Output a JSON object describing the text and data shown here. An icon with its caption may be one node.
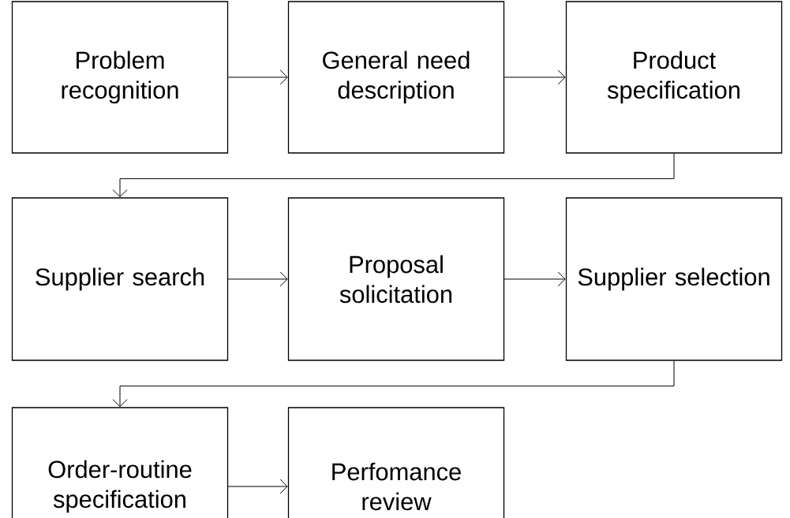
{
  "diagram": {
    "nodes": [
      {
        "text": [
          "Problem recognition"
        ]
      },
      {
        "text": [
          "General need description"
        ]
      },
      {
        "text": [
          "Product specification"
        ]
      },
      {
        "text": [
          "Supplier search"
        ]
      },
      {
        "text": [
          "Proposal solicitation"
        ]
      },
      {
        "text": [
          "Supplier selection"
        ]
      },
      {
        "text": [
          "Order-routine specification"
        ]
      },
      {
        "text": [
          "Perfomance review"
        ]
      }
    ],
    "edges": [
      {
        "from": 0,
        "to": 1,
        "arrow": "to"
      },
      {
        "from": 1,
        "to": 2,
        "arrow": "to"
      },
      {
        "from": 2,
        "to": 3,
        "arrow": "to"
      },
      {
        "from": 3,
        "to": 4,
        "arrow": "to"
      },
      {
        "from": 4,
        "to": 5,
        "arrow": "to"
      },
      {
        "from": 5,
        "to": 6,
        "arrow": "to"
      },
      {
        "from": 6,
        "to": 7,
        "arrow": "to"
      }
    ]
  }
}
